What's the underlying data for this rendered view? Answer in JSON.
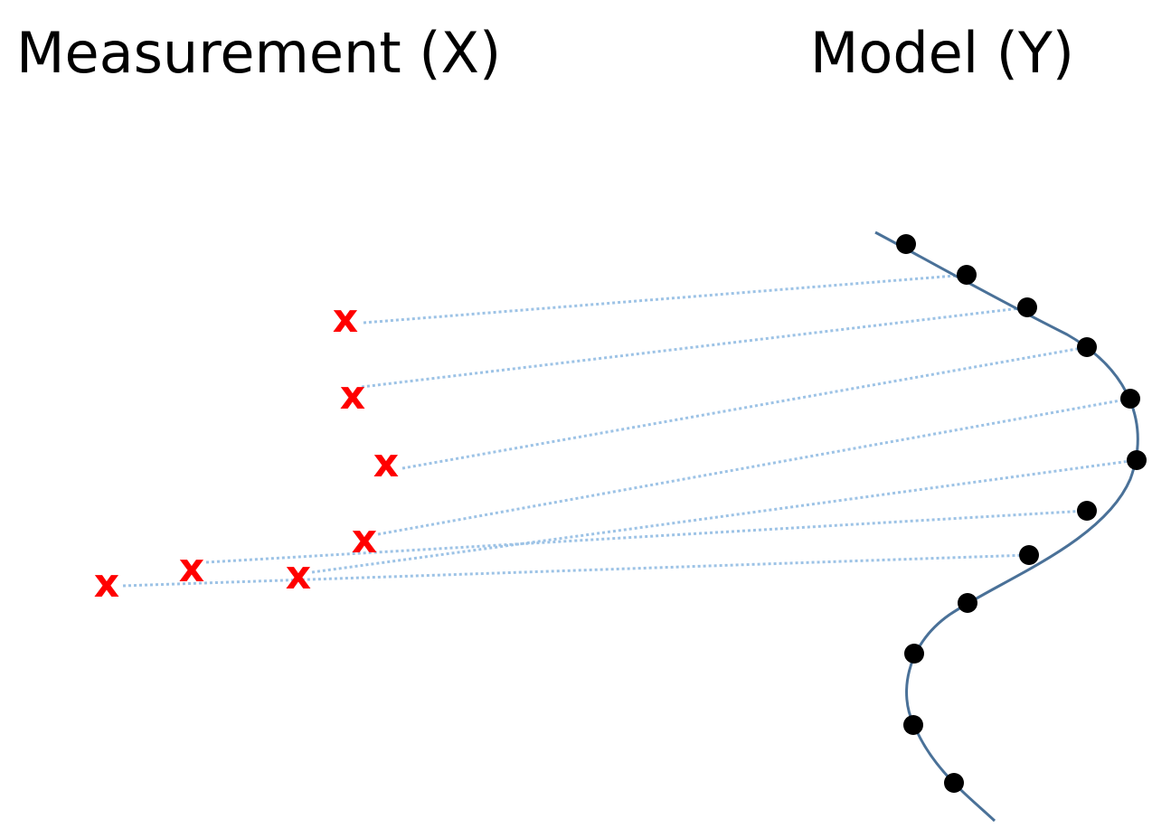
{
  "titles": {
    "measurement": "Measurement (X)",
    "model": "Model (Y)"
  },
  "measurement_marker": "x",
  "colors": {
    "measurement": "#ff0000",
    "model_curve": "#4a7198",
    "model_point": "#000000",
    "correspondence": "#9dc3e6"
  },
  "correspondences": [
    {
      "measurement": 0,
      "model": 1
    },
    {
      "measurement": 1,
      "model": 2
    },
    {
      "measurement": 2,
      "model": 3
    },
    {
      "measurement": 3,
      "model": 4
    },
    {
      "measurement": 5,
      "model": 5
    },
    {
      "measurement": 4,
      "model": 6
    },
    {
      "measurement": 6,
      "model": 7
    }
  ]
}
